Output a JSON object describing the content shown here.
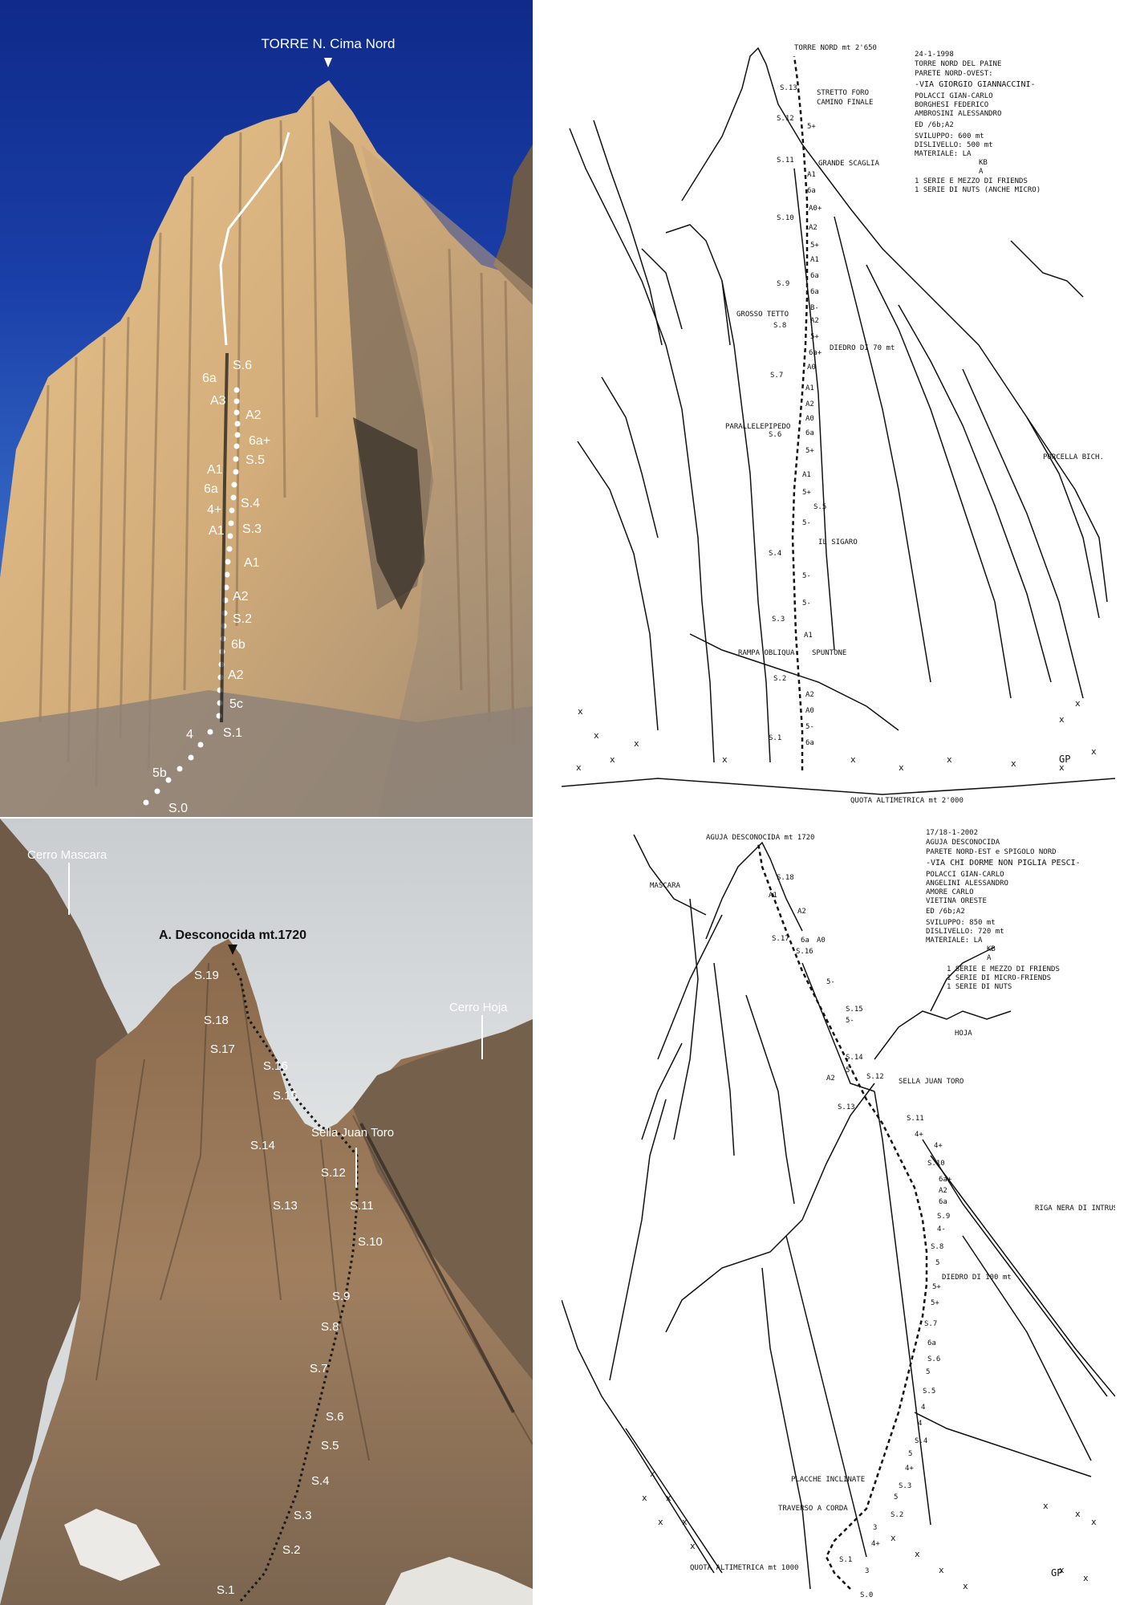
{
  "top_photo": {
    "peak_label": "TORRE N. Cima Nord",
    "labels": [
      "6a",
      "S.6",
      "A3",
      "A2",
      "6a+",
      "S.5",
      "A1",
      "6a",
      "4+",
      "S.4",
      "A1",
      "S.3",
      "A1",
      "A2",
      "S.2",
      "6b",
      "A2",
      "5c",
      "4",
      "S.1",
      "5b",
      "S.0"
    ]
  },
  "bottom_photo": {
    "cerro_mascara": "Cerro Mascara",
    "peak_label": "A. Desconocida mt.1720",
    "cerro_hoja": "Cerro Hoja",
    "sella": "Sella Juan Toro",
    "labels": [
      "S.19",
      "S.18",
      "S.17",
      "S.16",
      "S.15",
      "S.14",
      "S.13",
      "S.12",
      "S.11",
      "S.10",
      "S.9",
      "S.8",
      "S.7",
      "S.6",
      "S.5",
      "S.4",
      "S.3",
      "S.2",
      "S.1"
    ]
  },
  "top_topo": {
    "summit": "TORRE NORD mt 2'650",
    "info": [
      "24-1-1998",
      "TORRE NORD DEL PAINE",
      "PARETE NORD-OVEST:",
      "-VIA GIORGIO GIANNACCINI-",
      "POLACCI GIAN-CARLO",
      "BORGHESI FEDERICO",
      "AMBROSINI ALESSANDRO",
      "ED /6b;A2",
      "SVILUPPO: 600 mt",
      "DISLIVELLO: 500 mt",
      "MATERIALE: LA",
      "KB",
      "A",
      "1 SERIE E MEZZO DI FRIENDS",
      "1 SERIE DI NUTS (ANCHE MICRO)"
    ],
    "features": [
      "STRETTO FORO",
      "CAMINO FINALE",
      "GRANDE SCAGLIA",
      "GROSSO TETTO",
      "DIEDRO DI 70 mt",
      "PARALLELEPIPEDO",
      "IL SIGARO",
      "RAMPA OBLIQUA",
      "SPUNTONE",
      "PORCELLA BICH.",
      "QUOTA ALTIMETRICA mt 2'000",
      "GP"
    ],
    "stations": [
      "S.13",
      "S.12",
      "S.11",
      "S.10",
      "S.9",
      "S.8",
      "S.7",
      "S.6",
      "S.5",
      "S.4",
      "S.3",
      "S.2",
      "S.1"
    ],
    "grades": [
      "5+",
      "A1",
      "6a",
      "A0+",
      "A2",
      "5+",
      "A1",
      "6a",
      "6a",
      "B-",
      "A2",
      "5+",
      "6a+",
      "A0",
      "A1",
      "A2",
      "A0",
      "6a",
      "5+",
      "A1",
      "5+",
      "5-",
      "5-",
      "5-",
      "A1",
      "A2",
      "A0",
      "5-",
      "6a"
    ]
  },
  "bottom_topo": {
    "summit": "AGUJA DESCONOCIDA mt 1720",
    "info": [
      "17/18-1-2002",
      "AGUJA DESCONOCIDA",
      "PARETE NORD-EST e SPIGOLO NORD",
      "-VIA CHI DORME NON PIGLIA PESCI-",
      "POLACCI GIAN-CARLO",
      "ANGELINI ALESSANDRO",
      "AMORE CARLO",
      "VIETINA ORESTE",
      "ED /6b;A2",
      "SVILUPPO: 850 mt",
      "DISLIVELLO: 720 mt",
      "MATERIALE: LA",
      "KB",
      "A",
      "1 SERIE E MEZZO DI FRIENDS",
      "1 SERIE DI MICRO-FRIENDS",
      "1 SERIE DI NUTS"
    ],
    "features": [
      "MASCARA",
      "HOJA",
      "SELLA JUAN TORO",
      "RIGA NERA DI INTRUSIONE",
      "DIEDRO DI 100 mt",
      "PLACCHE INCLINATE",
      "TRAVERSO A CORDA",
      "QUOTA ALTIMETRICA mt 1000",
      "GP"
    ],
    "stations": [
      "S.18",
      "S.17",
      "S.16",
      "S.15",
      "S.14",
      "S.13",
      "S.12",
      "S.11",
      "S.10",
      "S.9",
      "S.8",
      "S.7",
      "S.6",
      "S.5",
      "S.4",
      "S.3",
      "S.2",
      "S.1",
      "S.0"
    ],
    "grades": [
      "A1",
      "A2",
      "6a",
      "A0",
      "5-",
      "5-",
      "5-",
      "A2",
      "4+",
      "4+",
      "6a+",
      "A2",
      "6a",
      "4-",
      "5",
      "5+",
      "5+",
      "6a",
      "5",
      "4",
      "4",
      "5",
      "4+",
      "5",
      "3",
      "4+",
      "3"
    ]
  }
}
